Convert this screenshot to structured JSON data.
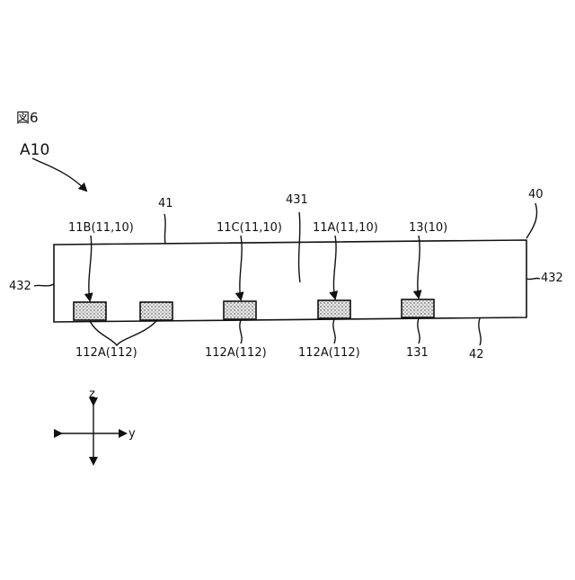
{
  "figure": {
    "fig_label": "図6",
    "assembly_label": "A10",
    "labels": {
      "body": "40",
      "top_face": "41",
      "bottom_face": "42",
      "interior": "431",
      "side_left": "432",
      "side_right": "432",
      "chip_11B": "11B(11,10)",
      "chip_11C": "11C(11,10)",
      "chip_11A": "11A(11,10)",
      "chip_13": "13(10)",
      "pad_pair": "112A(112)",
      "pad_11C": "112A(112)",
      "pad_11A": "112A(112)",
      "pad_13": "131"
    },
    "axes": {
      "vertical": "z",
      "horizontal": "y"
    }
  }
}
